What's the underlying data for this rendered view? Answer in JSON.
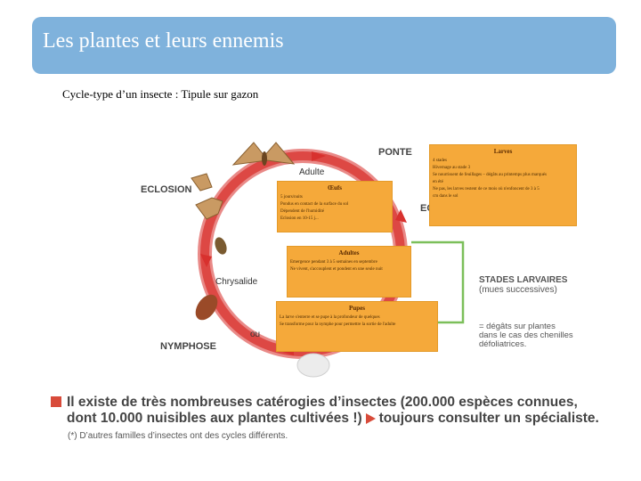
{
  "header": {
    "title": "Les plantes et leurs ennemis"
  },
  "subtitle": "Cycle-type d’un insecte : Tipule sur gazon",
  "cycle_labels": {
    "ponte": "PONTE",
    "adulte": "Adulte",
    "eclosion": "ECLOSION",
    "ec_partial": "EC",
    "chrysalide": "Chrysalide",
    "ou": "ou",
    "nymphose": "NYMPHOSE",
    "stades": [
      "STADES LARVAIRES",
      "(mues successives)"
    ],
    "degats": [
      "= dégâts sur plantes",
      "dans le cas des chenilles",
      "défoliatrices."
    ]
  },
  "boxes": {
    "larves": {
      "title": "Larves",
      "lines": [
        "4 stades",
        "Hivernage au stade 3",
        "Se nourrissent de feuillages – dégâts au printemps plus marqués",
        "en été",
        "Ne pas, les larves restent de ce mois où n'enfoncent de 3 à 5",
        "cm dans le sol"
      ]
    },
    "oeufs": {
      "title": "Œufs",
      "lines": [
        "5 jours/nuits",
        "Pondus en contact de la surface du sol",
        "Dépendent de l'humidité",
        "Eclosion en 10-15 j..."
      ]
    },
    "adultes": {
      "title": "Adultes",
      "lines": [
        "Emergence pendant 3 à 5 semaines en septembre",
        "Ne vivent, s'accouplent et pondent en une seule nuit"
      ]
    },
    "pupes": {
      "title": "Pupes",
      "lines": [
        "La larve s'enterre et se pupe à la profondeur de quelques",
        "Se transforme pour la nymphe pour permettre la sortie de l'adulte"
      ]
    }
  },
  "bottom": {
    "line1": "Il existe de très nombreuses catérogies d’insectes (200.000 espèces connues,",
    "line2a": "dont 10.000 nuisibles aux plantes cultivées !)",
    "line2b": "toujours consulter un spécialiste.",
    "note": "(*) D’autres familles d’insectes ont des cycles différents."
  },
  "colors": {
    "header": "#7fb2dc",
    "ring": "#d8312e",
    "box": "#f5a93a",
    "bullet": "#d84b3a",
    "connector": "#7cbf5a"
  }
}
